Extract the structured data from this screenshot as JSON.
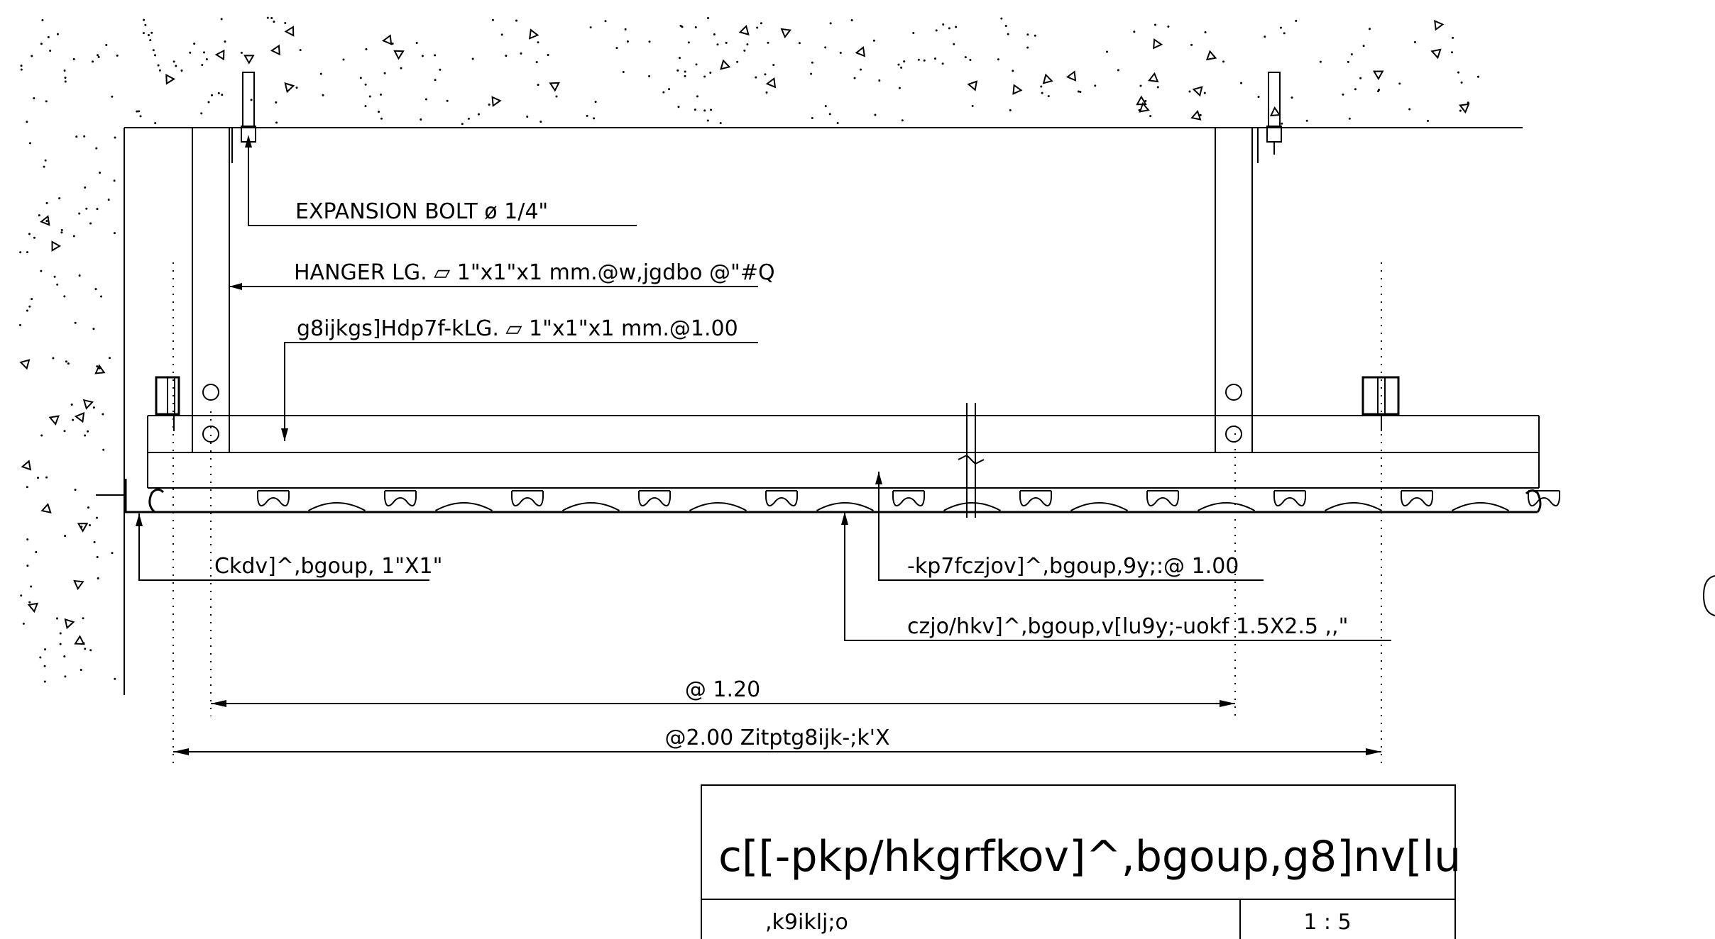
{
  "labels": {
    "expansion_bolt": "EXPANSION BOLT ø 1/4\"",
    "hanger": "HANGER LG. ▱ 1\"x1\"x1  mm.@w,jgdbo @\"#Q",
    "runner": "g8ijkgs]Hdp7f-kLG. ▱ 1\"x1\"x1  mm.@1.00",
    "wall_angle": "Ckdv]^,bgoup, 1\"X1\"",
    "carrier": "-kp7fczjov]^,bgoup,9y;:@  1.00",
    "panel": "czjo/hkv]^,bgoup,v[lu9y;-uokf  1.5X2.5 ,,\""
  },
  "dimensions": {
    "inner": "@ 1.20",
    "outer": "@2.00 Zitptg8ijk-;k'X"
  },
  "title_block": {
    "title": "c[[-pkp/hkgrfkov]^,bgoup,g8]nv[lu",
    "left_cell": ",k9iklj;o",
    "scale": "1 : 5"
  }
}
